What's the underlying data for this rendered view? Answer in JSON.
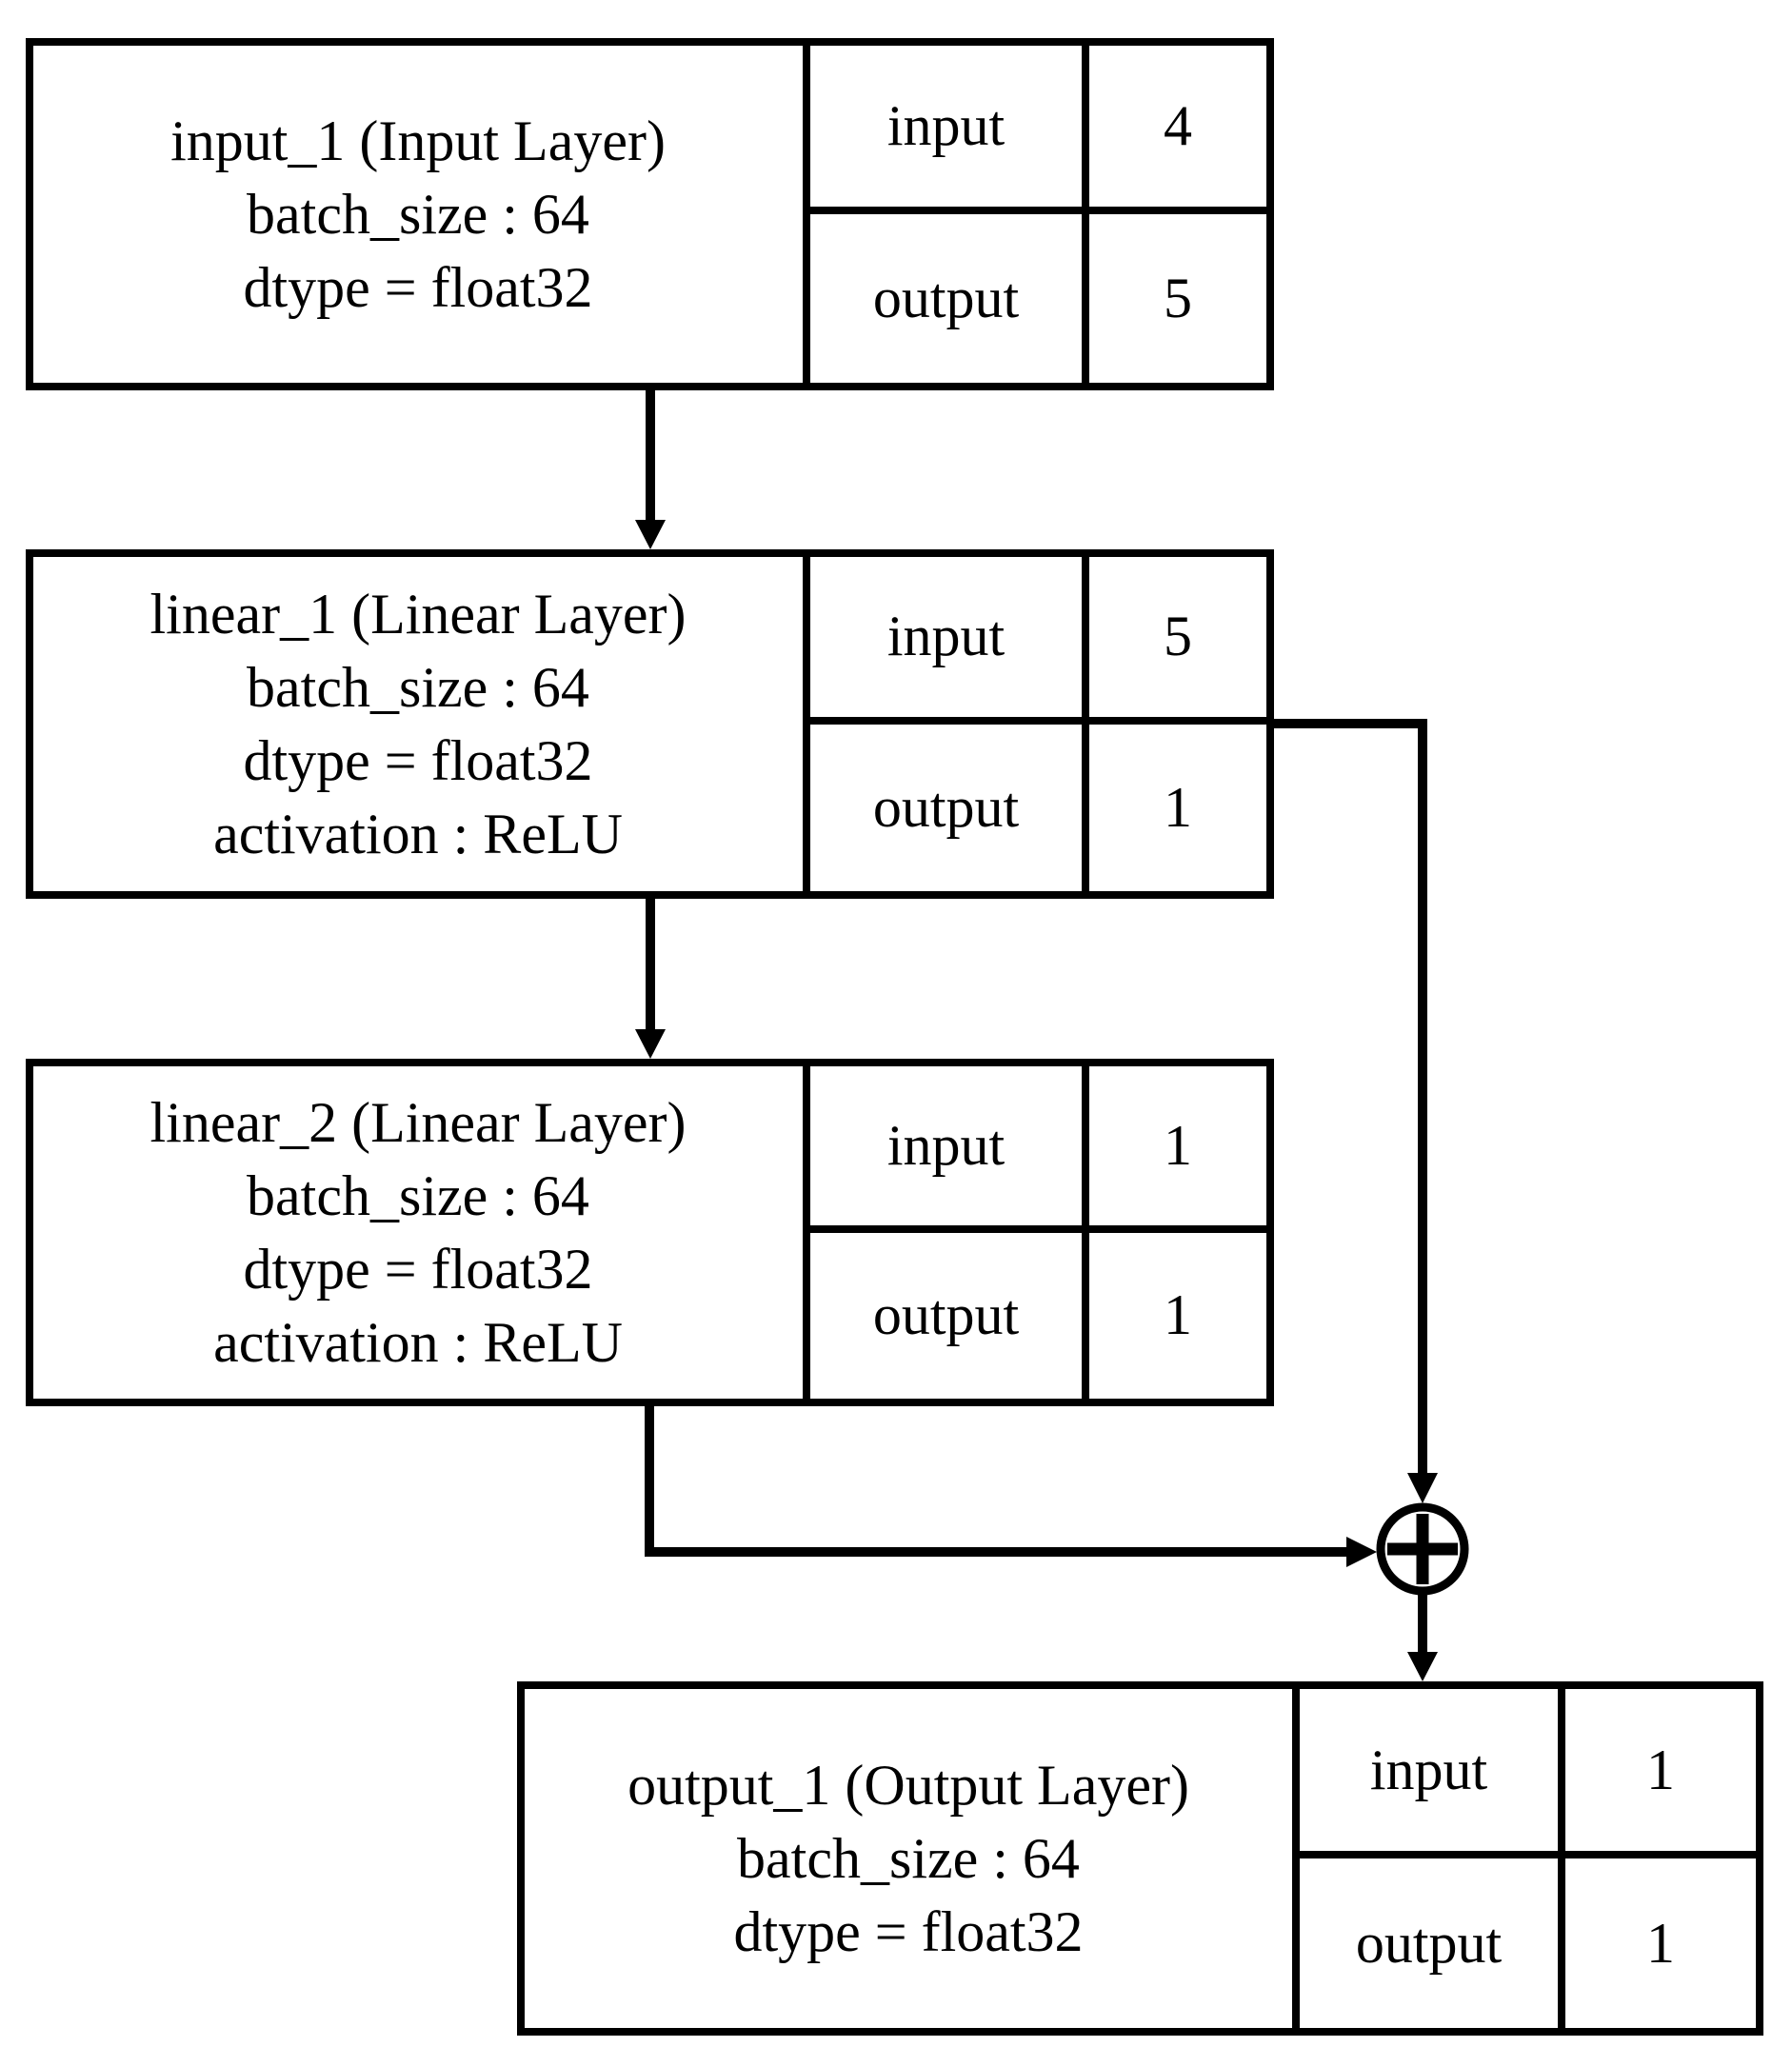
{
  "page": {
    "background_color": "#ffffff",
    "line_color": "#000000"
  },
  "nodes": [
    {
      "id": "input_1",
      "lines": [
        "input_1 (Input Layer)",
        "batch_size : 64",
        "dtype = float32"
      ],
      "rows": [
        {
          "label": "input",
          "value": "4"
        },
        {
          "label": "output",
          "value": "5"
        }
      ]
    },
    {
      "id": "linear_1",
      "lines": [
        "linear_1 (Linear Layer)",
        "batch_size : 64",
        "dtype = float32",
        "activation : ReLU"
      ],
      "rows": [
        {
          "label": "input",
          "value": "5"
        },
        {
          "label": "output",
          "value": "1"
        }
      ]
    },
    {
      "id": "linear_2",
      "lines": [
        "linear_2 (Linear Layer)",
        "batch_size : 64",
        "dtype = float32",
        "activation : ReLU"
      ],
      "rows": [
        {
          "label": "input",
          "value": "1"
        },
        {
          "label": "output",
          "value": "1"
        }
      ]
    },
    {
      "id": "output_1",
      "lines": [
        "output_1 (Output Layer)",
        "batch_size : 64",
        "dtype = float32"
      ],
      "rows": [
        {
          "label": "input",
          "value": "1"
        },
        {
          "label": "output",
          "value": "1"
        }
      ]
    }
  ],
  "merge_node": {
    "icon": "plus-circle",
    "symbol": "+"
  }
}
